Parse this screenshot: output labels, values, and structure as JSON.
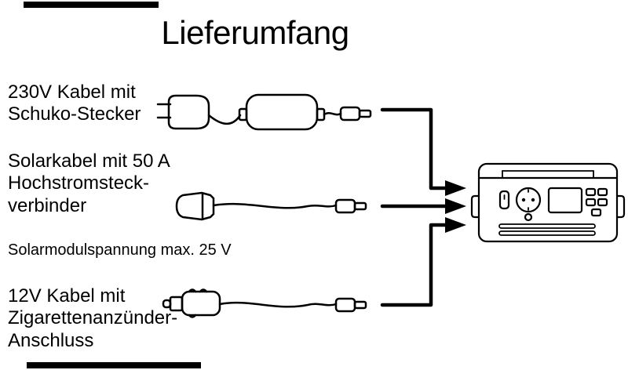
{
  "page": {
    "title": "Lieferumfang",
    "colors": {
      "line": "#000000",
      "background": "#ffffff"
    }
  },
  "items": [
    {
      "id": "cable-230v",
      "label": "230V Kabel mit\nSchuko-Stecker",
      "illustration": "schuko-plug-with-ac-adapter-and-barrel-connector"
    },
    {
      "id": "solar-cable",
      "label": "Solarkabel mit 50 A\nHochstromsteck-\nverbinder",
      "note": "Solarmodulspannung max. 25 V",
      "illustration": "high-current-connector-cable-with-barrel-connector"
    },
    {
      "id": "cable-12v",
      "label": "12V Kabel mit\nZigarettenanzünder-\nAnschluss",
      "illustration": "cigarette-lighter-plug-cable-with-barrel-connector"
    }
  ],
  "device": {
    "illustration": "portable-power-station"
  },
  "icons": {
    "schuko_plug": "schuko-plug-icon",
    "ac_adapter": "ac-adapter-icon",
    "barrel_connector": "barrel-connector-icon",
    "high_current_connector": "high-current-connector-icon",
    "cigarette_lighter_plug": "cigarette-lighter-plug-icon",
    "power_station": "power-station-icon",
    "arrow_right": "arrow-right-icon"
  }
}
